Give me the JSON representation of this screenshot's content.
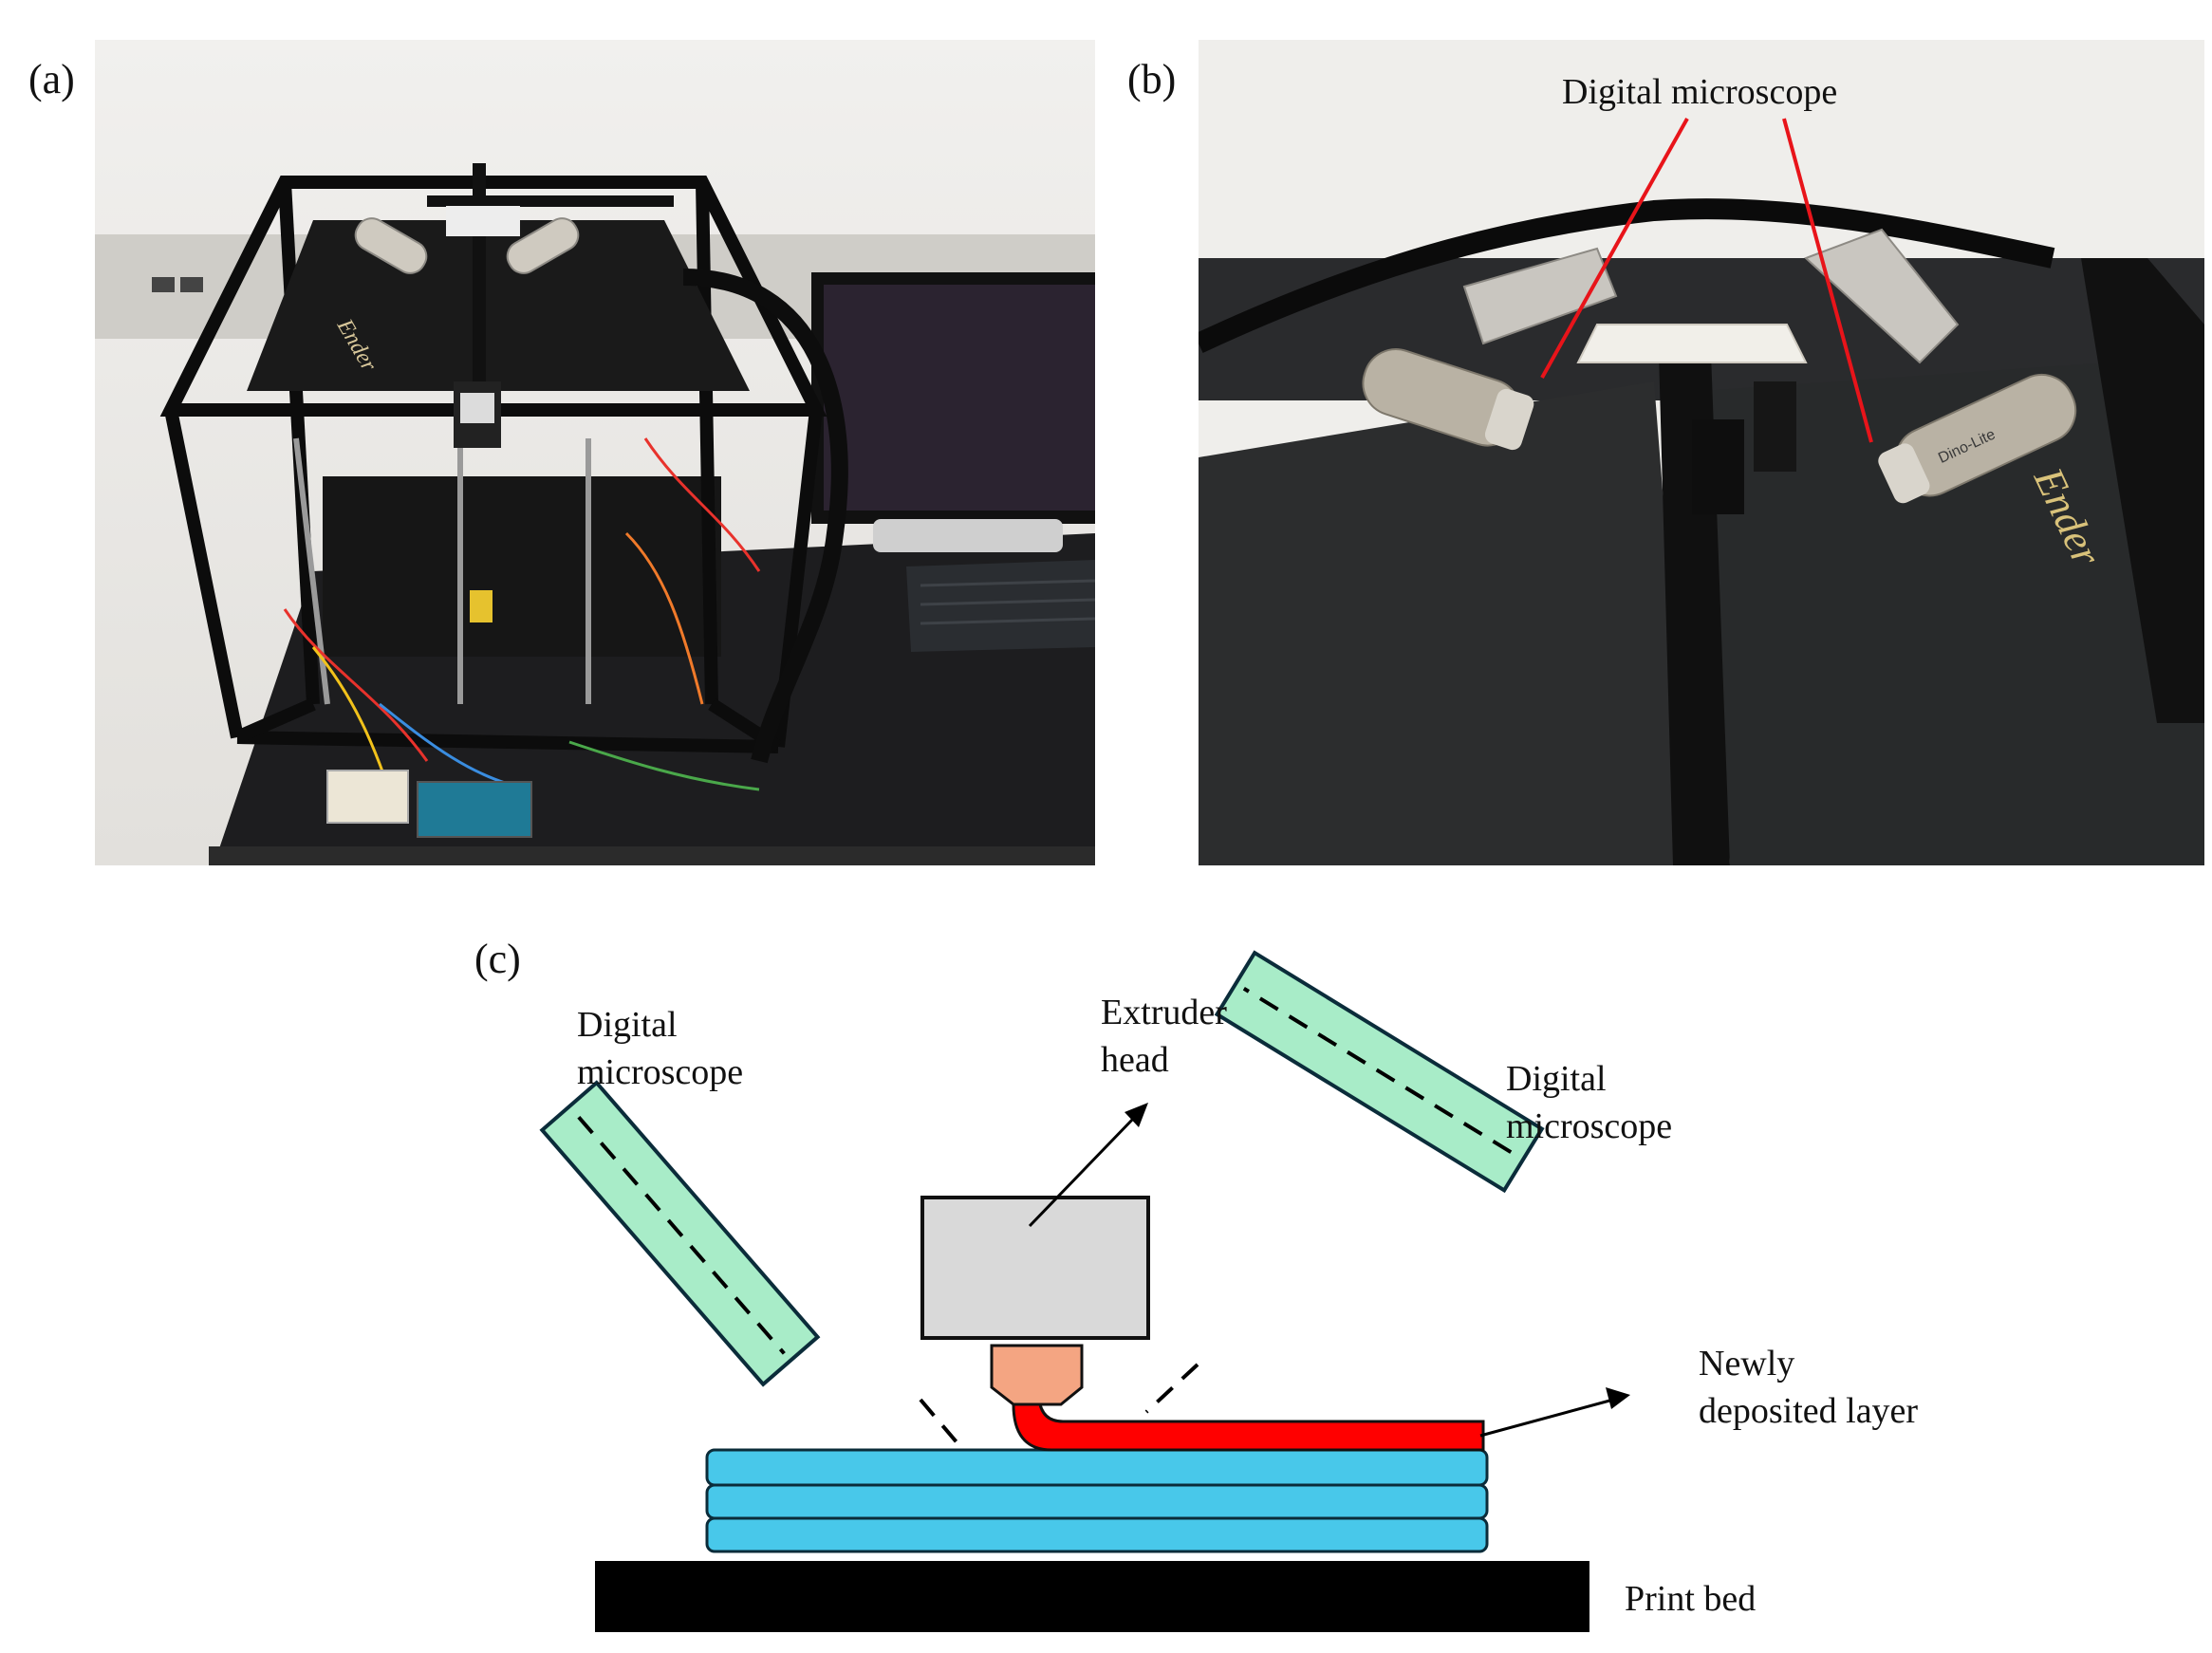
{
  "panels": {
    "a": {
      "label": "(a)"
    },
    "b": {
      "label": "(b)",
      "callout": "Digital microscope"
    },
    "c": {
      "label": "(c)"
    }
  },
  "photo_a": {
    "printer_brand": "Ender"
  },
  "photo_b": {
    "printer_brand": "Ender",
    "microscope_brand": "Dino-Lite"
  },
  "schematic": {
    "microscope_left": "Digital microscope",
    "microscope_right": "Digital microscope",
    "extruder_line1": "Extruder",
    "extruder_line2": "head",
    "deposited_line1": "Newly",
    "deposited_line2": "deposited layer",
    "bed": "Print bed",
    "microscope_left_line1": "Digital",
    "microscope_left_line2": "microscope",
    "microscope_right_line1": "Digital",
    "microscope_right_line2": "microscope"
  },
  "colors": {
    "microscope_fill": "#a8ecc8",
    "extruder_fill": "#d9d9d9",
    "nozzle_fill": "#f4a582",
    "new_layer": "#ff0000",
    "old_layers": "#48c8ea",
    "bed": "#000000",
    "callout_line": "#e8141a"
  }
}
